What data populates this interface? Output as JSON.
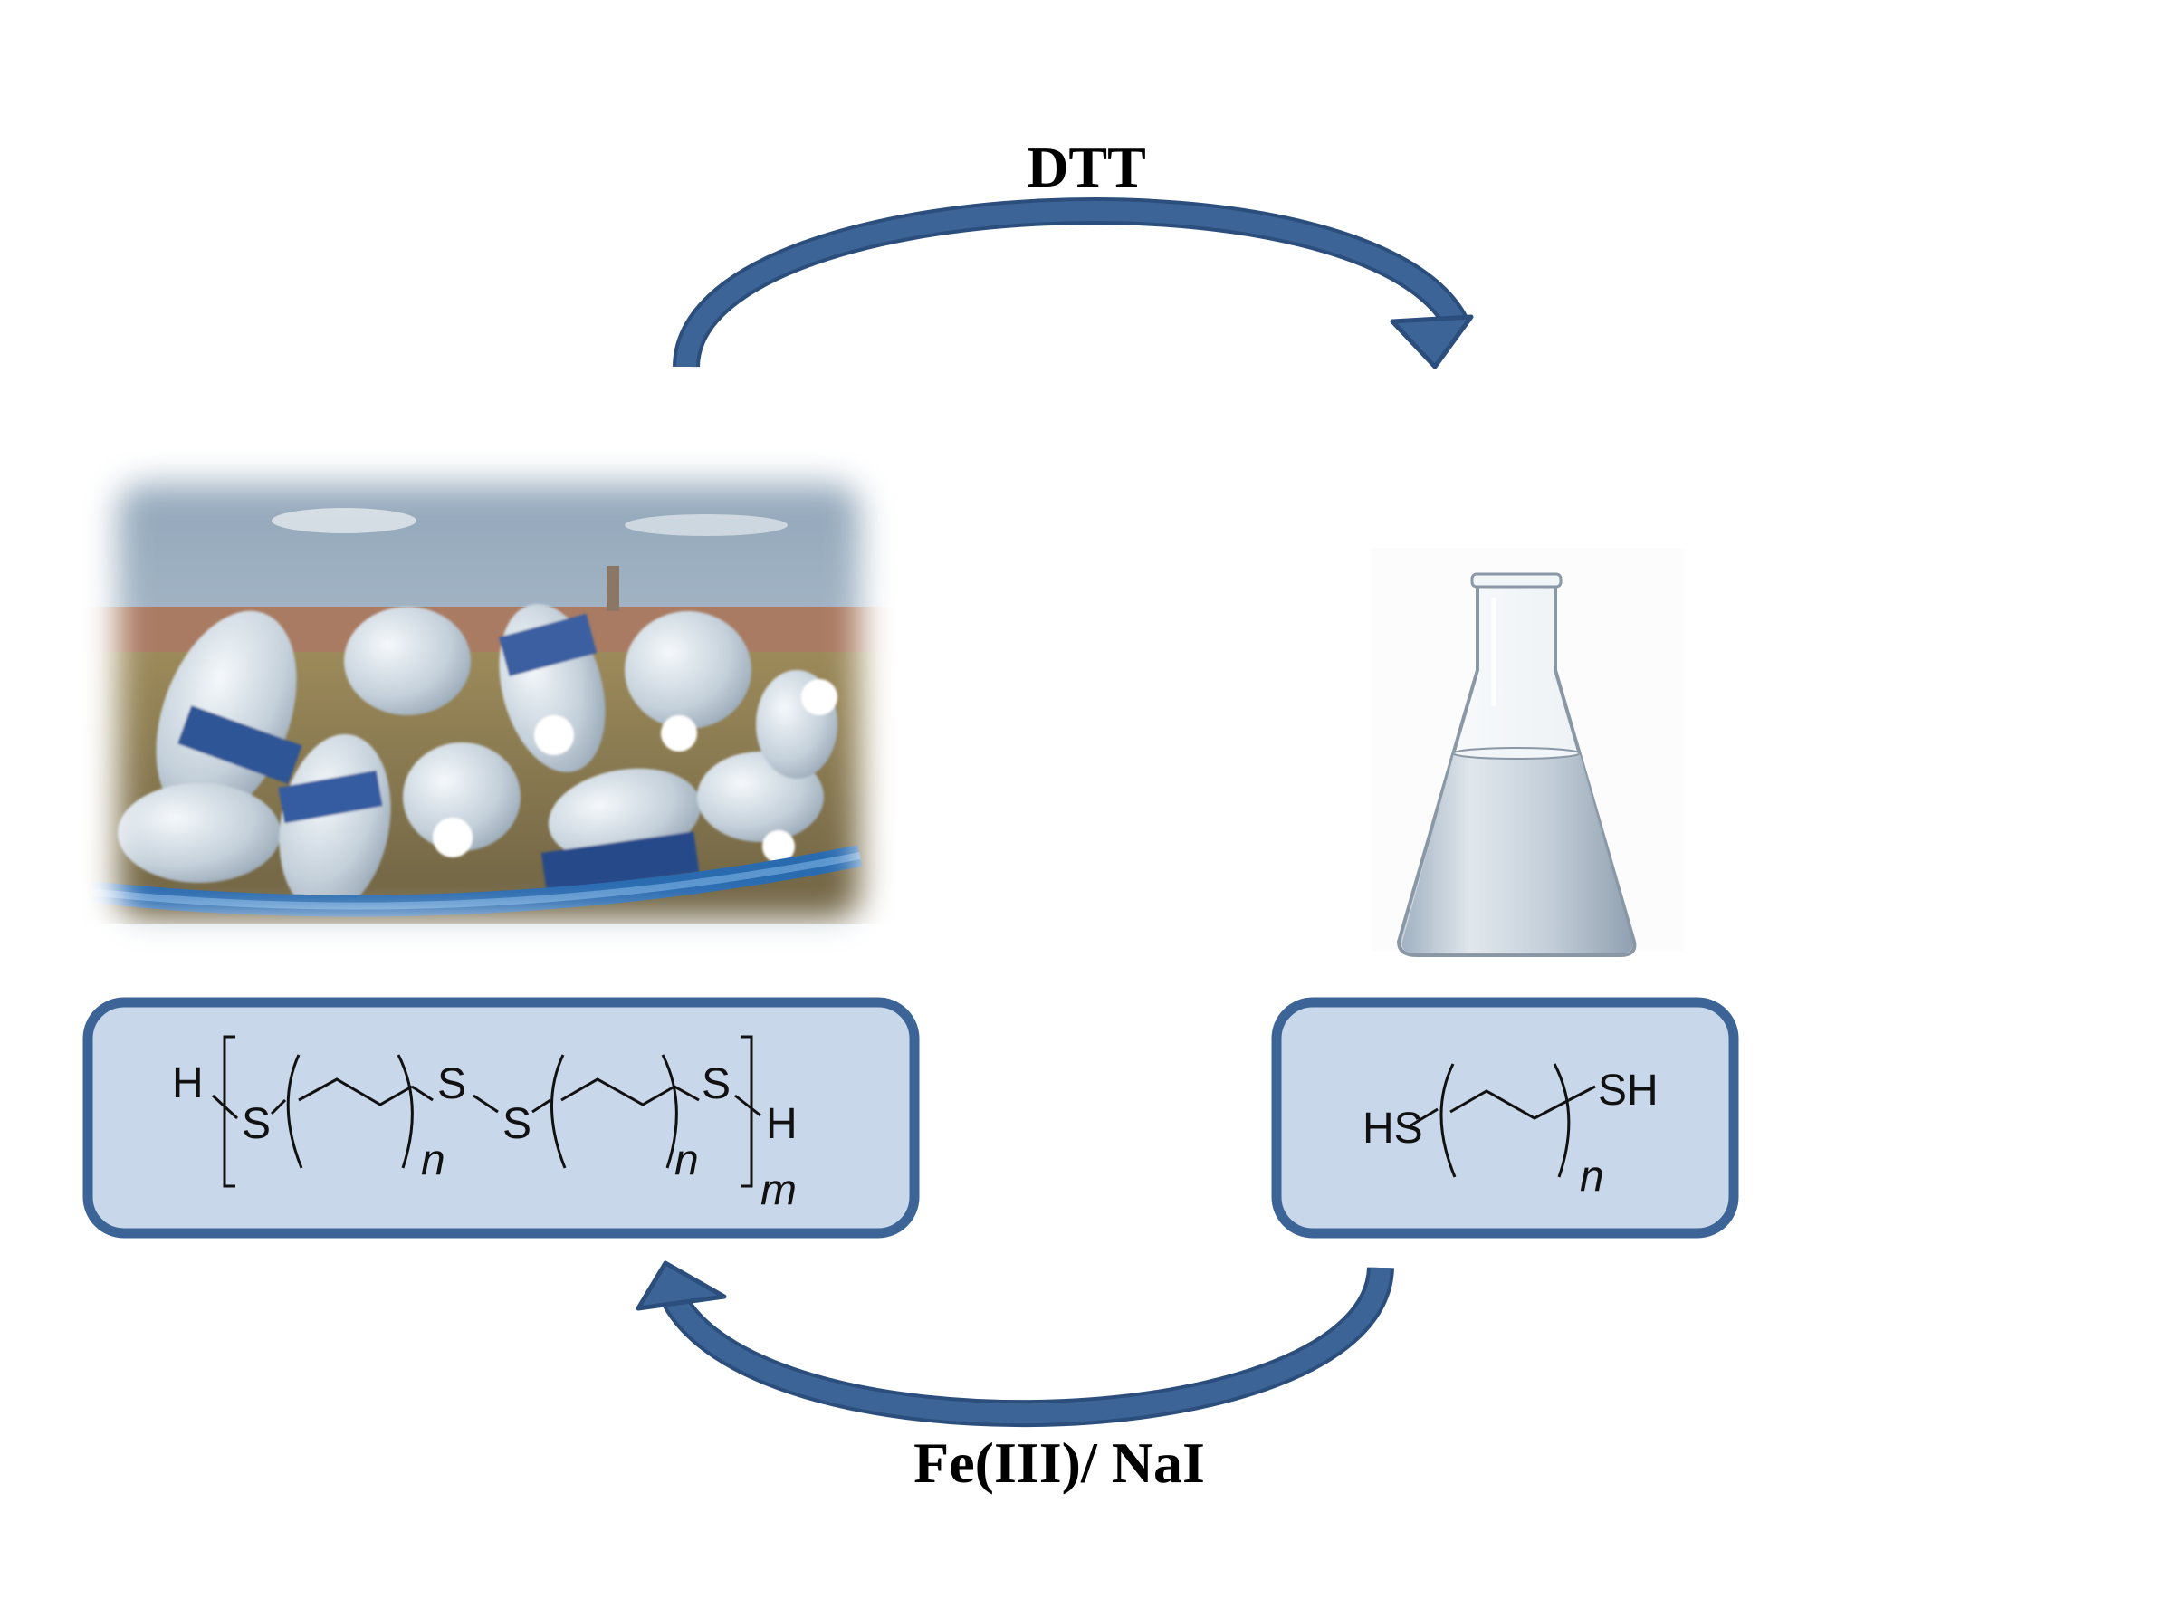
{
  "reagents": {
    "top": "DTT",
    "bottom": "Fe(III)/ NaI"
  },
  "polymer": {
    "end_left_H": "H",
    "s1": "S",
    "n1": "n",
    "s2": "S",
    "s3": "S",
    "n2": "n",
    "s4": "S",
    "end_right_H": "H",
    "m": "m"
  },
  "monomer": {
    "hs": "HS",
    "n": "n",
    "sh": "SH"
  },
  "colors": {
    "arrow": "#3d6496",
    "arrow_dark": "#2c4e7c",
    "box_fill": "#c9d7ea",
    "box_stroke": "#3d6496",
    "liquid": "#aebccb"
  },
  "icons": {
    "photo": "plastic-bottles-photo",
    "flask": "erlenmeyer-flask-icon"
  }
}
